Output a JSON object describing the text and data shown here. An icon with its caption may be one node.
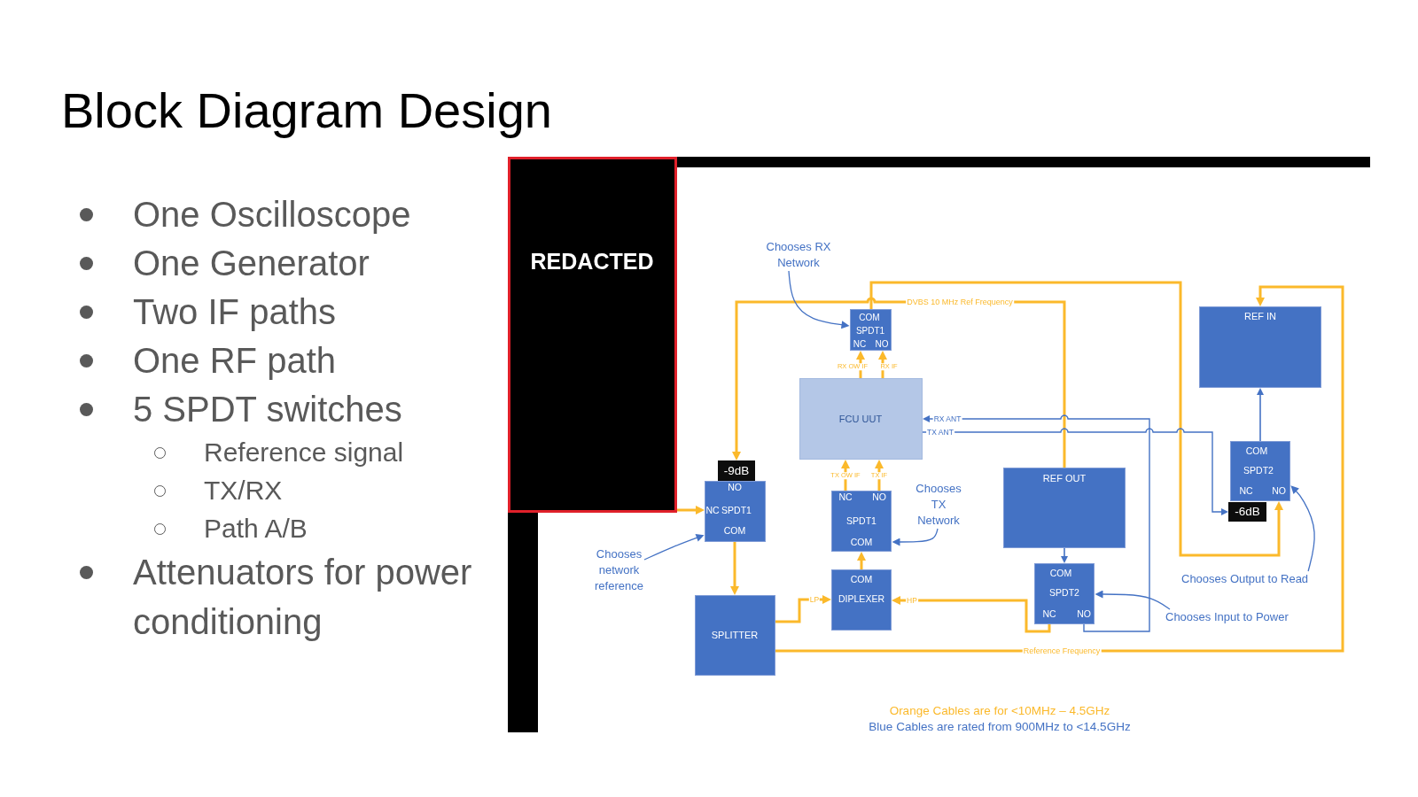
{
  "diagram": {
    "title": "Block Diagram Design",
    "nodes": [
      {
        "text": [
          "REDACTED"
        ]
      },
      {
        "text": [
          "Chooses RX Network"
        ]
      },
      {
        "text": [
          "COM",
          "SPDT1",
          "NC",
          "NO"
        ]
      },
      {
        "text": [
          "REF IN"
        ]
      },
      {
        "text": [
          "FCU UUT"
        ]
      },
      {
        "text": [
          "COM",
          "SPDT2",
          "NC",
          "NO"
        ]
      },
      {
        "text": [
          "-9dB"
        ]
      },
      {
        "text": [
          "REF OUT"
        ]
      },
      {
        "text": [
          "NO",
          "NC",
          "SPDT1",
          "COM"
        ]
      },
      {
        "text": [
          "Chooses TX Network"
        ]
      },
      {
        "text": [
          "NC",
          "NO",
          "SPDT1",
          "COM"
        ]
      },
      {
        "text": [
          "-6dB"
        ]
      },
      {
        "text": [
          "Chooses network reference"
        ]
      },
      {
        "text": [
          "COM",
          "SPDT2",
          "NC",
          "NO"
        ]
      },
      {
        "text": [
          "COM",
          "DIPLEXER"
        ]
      },
      {
        "text": [
          "Chooses Output to Read"
        ]
      },
      {
        "text": [
          "SPLITTER"
        ]
      },
      {
        "text": [
          "Chooses Input to Power"
        ]
      }
    ],
    "edges": [
      {
        "from": 0,
        "to": 8,
        "arrow": "to"
      },
      {
        "from": 2,
        "to": 5,
        "arrow": "to"
      },
      {
        "from": 7,
        "to": 6,
        "arrow": "to",
        "label": "DVBS 10 MHz Ref Frequency"
      },
      {
        "from": 4,
        "to": 2,
        "arrow": "to",
        "label": "RX OW IF"
      },
      {
        "from": 4,
        "to": 2,
        "arrow": "to",
        "label": "RX IF"
      },
      {
        "from": 10,
        "to": 4,
        "arrow": "to",
        "label": "TX OW IF"
      },
      {
        "from": 10,
        "to": 4,
        "arrow": "to",
        "label": "TX IF"
      },
      {
        "from": 14,
        "to": 10,
        "arrow": "to"
      },
      {
        "from": 8,
        "to": 16,
        "arrow": "to"
      },
      {
        "from": 16,
        "to": 14,
        "arrow": "to",
        "label": "LP"
      },
      {
        "from": 13,
        "to": 14,
        "arrow": "to",
        "label": "HP"
      },
      {
        "from": 16,
        "to": 3,
        "arrow": "to",
        "label": "Reference Frequency"
      },
      {
        "from": 7,
        "to": 13,
        "arrow": "to",
        "color": "#4472c4"
      },
      {
        "from": 5,
        "to": 3,
        "arrow": "to",
        "color": "#4472c4"
      },
      {
        "from": 13,
        "to": 4,
        "arrow": "to",
        "label": "RX ANT",
        "color": "#4472c4"
      },
      {
        "from": 4,
        "to": 11,
        "arrow": "to",
        "label": "TX ANT",
        "color": "#4472c4"
      },
      {
        "from": 1,
        "to": 2,
        "arrow": "to",
        "color": "#4472c4"
      },
      {
        "from": 12,
        "to": 8,
        "arrow": "to",
        "color": "#4472c4"
      },
      {
        "from": 9,
        "to": 10,
        "arrow": "to",
        "color": "#4472c4"
      },
      {
        "from": 15,
        "to": 5,
        "arrow": "to",
        "color": "#4472c4"
      },
      {
        "from": 17,
        "to": 13,
        "arrow": "to",
        "color": "#4472c4"
      }
    ],
    "labels": [
      "One Oscilloscope",
      "One Generator",
      "Two IF paths",
      "One RF path",
      "5 SPDT switches",
      "Reference signal",
      "TX/RX",
      "Path A/B",
      "Attenuators for power conditioning",
      "Orange Cables are for <10MHz – 4.5GHz",
      "Blue Cables are rated from 900MHz to <14.5GHz"
    ]
  }
}
